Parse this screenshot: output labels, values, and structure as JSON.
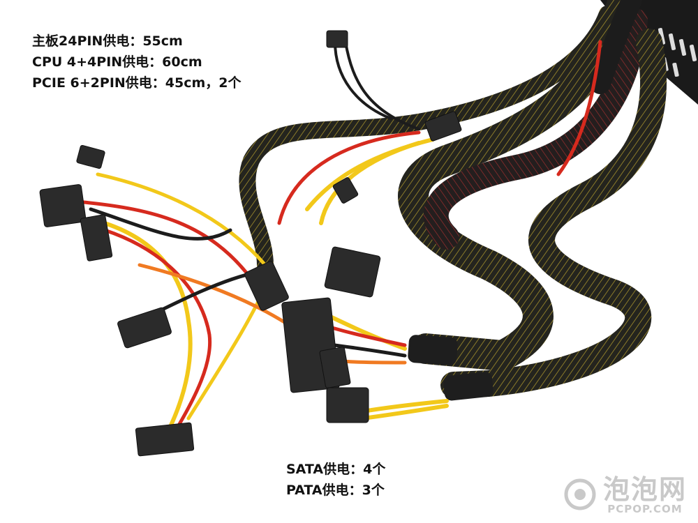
{
  "specs_top": [
    "主板24PIN供电：55cm",
    "CPU 4+4PIN供电：60cm",
    "PCIE 6+2PIN供电：45cm，2个"
  ],
  "specs_bottom": [
    "SATA供电：4个",
    "PATA供电：3个"
  ],
  "watermark": {
    "cn": "泡泡网",
    "en": "PCPOP.COM"
  },
  "colors": {
    "sleeve": "#2a2a24",
    "sleeve_mesh_yellow": "#8a7a2a",
    "sleeve_mesh_red": "#7a2a2a",
    "wire_yellow": "#f2c81a",
    "wire_red": "#d62a1e",
    "wire_orange": "#f07a22",
    "wire_black": "#1c1c1c",
    "psu_body": "#1a1a1a",
    "connector": "#2b2b2b",
    "watermark": "#c9c9c9"
  }
}
